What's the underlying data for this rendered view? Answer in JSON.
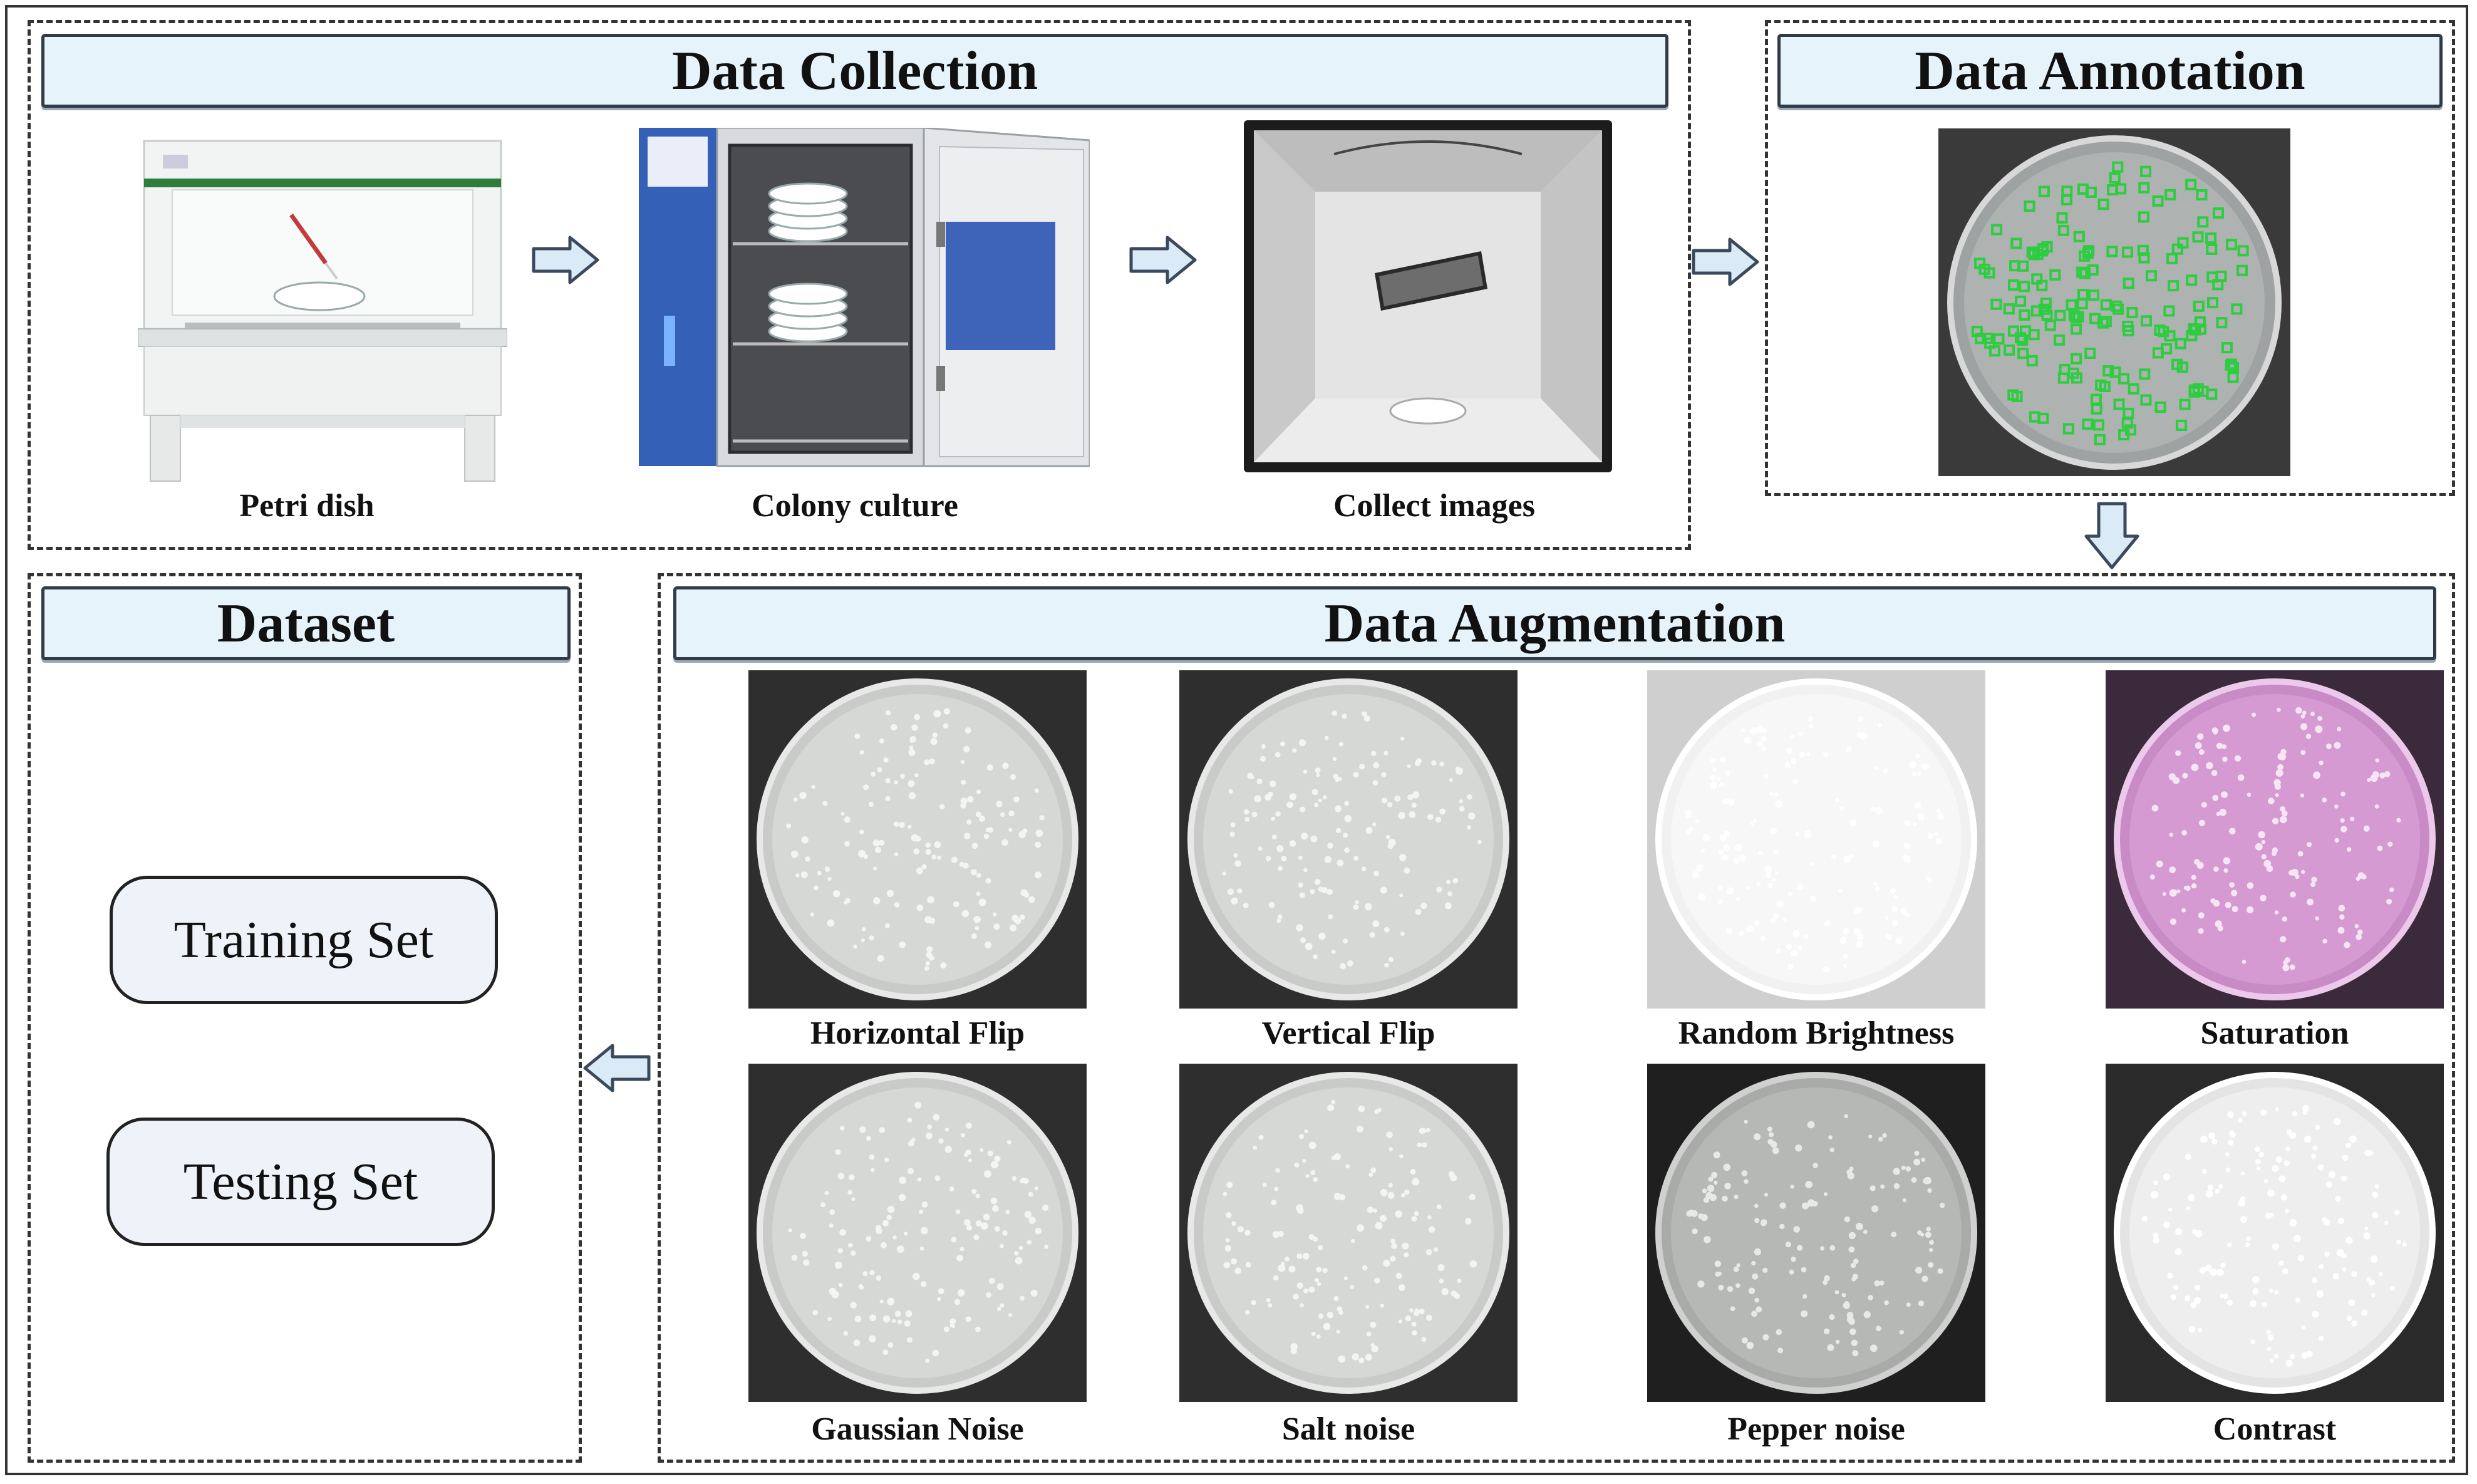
{
  "sections": {
    "collection": {
      "title": "Data Collection"
    },
    "annotation": {
      "title": "Data Annotation"
    },
    "augmentation": {
      "title": "Data Augmentation"
    },
    "dataset": {
      "title": "Dataset"
    }
  },
  "collection_steps": [
    {
      "caption": "Petri dish",
      "icon": "biosafety-cabinet"
    },
    {
      "caption": "Colony culture",
      "icon": "incubator"
    },
    {
      "caption": "Collect images",
      "icon": "photo-light-box"
    }
  ],
  "augmentations": [
    {
      "caption": "Horizontal Flip",
      "style": "normal"
    },
    {
      "caption": "Vertical Flip",
      "style": "normal"
    },
    {
      "caption": "Random Brightness",
      "style": "bright"
    },
    {
      "caption": "Saturation",
      "style": "saturated"
    },
    {
      "caption": "Gaussian Noise",
      "style": "normal"
    },
    {
      "caption": "Salt noise",
      "style": "normal"
    },
    {
      "caption": "Pepper noise",
      "style": "dark"
    },
    {
      "caption": "Contrast",
      "style": "contrast"
    }
  ],
  "dataset_items": [
    {
      "label": "Training Set"
    },
    {
      "label": "Testing Set"
    }
  ],
  "colors": {
    "banner_fill": "#e6f3fb",
    "arrow_fill": "#dbeaf7",
    "annotation_marks": "#2ecc40",
    "saturation_tint": "#d58fd1"
  }
}
